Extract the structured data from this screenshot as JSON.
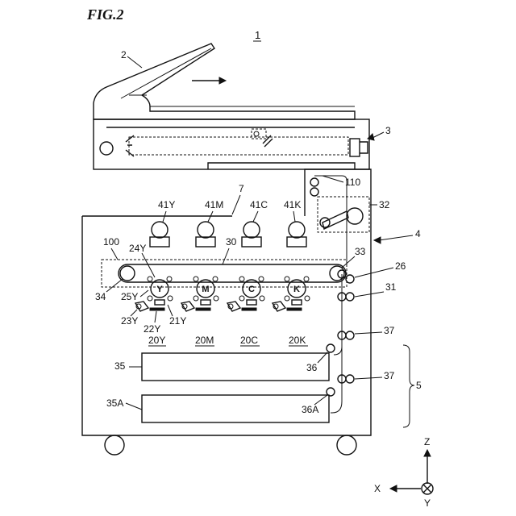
{
  "figure": {
    "title": "FIG.2",
    "device_number": "1"
  },
  "labels": {
    "ref_2": "2",
    "ref_3": "3",
    "ref_4": "4",
    "ref_5": "5",
    "ref_7": "7",
    "ref_26": "26",
    "ref_30": "30",
    "ref_31": "31",
    "ref_32": "32",
    "ref_33": "33",
    "ref_34": "34",
    "ref_35": "35",
    "ref_35a": "35A",
    "ref_36": "36",
    "ref_36a": "36A",
    "ref_37_upper": "37",
    "ref_37_lower": "37",
    "ref_100": "100",
    "ref_110": "110",
    "ref_21y": "21Y",
    "ref_22y": "22Y",
    "ref_23y": "23Y",
    "ref_24y": "24Y",
    "ref_25y": "25Y"
  },
  "exposure_units": [
    "41Y",
    "41M",
    "41C",
    "41K"
  ],
  "image_stations": [
    "20Y",
    "20M",
    "20C",
    "20K"
  ],
  "drum_letters": [
    "Y",
    "M",
    "C",
    "K"
  ],
  "axes": {
    "z": "Z",
    "x": "X",
    "y": "Y"
  }
}
